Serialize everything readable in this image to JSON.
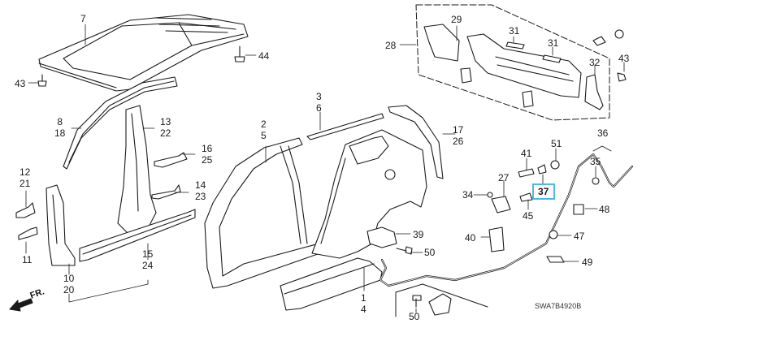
{
  "diagram": {
    "type": "exploded-parts-diagram",
    "subject": "Outer panel / side body parts",
    "diagram_code": "SWA7B4920B",
    "direction_marker": "FR.",
    "highlighted_part": "37",
    "highlight_color": "#4cb8e6",
    "line_color": "#1a1a1a"
  },
  "callouts": [
    {
      "id": "7",
      "lines": [
        "7"
      ]
    },
    {
      "id": "44",
      "lines": [
        "44"
      ]
    },
    {
      "id": "43-roof",
      "lines": [
        "43"
      ]
    },
    {
      "id": "8-18",
      "lines": [
        "8",
        "18"
      ]
    },
    {
      "id": "13-22",
      "lines": [
        "13",
        "22"
      ]
    },
    {
      "id": "16-25",
      "lines": [
        "16",
        "25"
      ]
    },
    {
      "id": "14-23",
      "lines": [
        "14",
        "23"
      ]
    },
    {
      "id": "12-21",
      "lines": [
        "12",
        "21"
      ]
    },
    {
      "id": "11",
      "lines": [
        "11"
      ]
    },
    {
      "id": "15-24",
      "lines": [
        "15",
        "24"
      ]
    },
    {
      "id": "10-20",
      "lines": [
        "10",
        "20"
      ]
    },
    {
      "id": "2-5",
      "lines": [
        "2",
        "5"
      ]
    },
    {
      "id": "3-6",
      "lines": [
        "3",
        "6"
      ]
    },
    {
      "id": "17-26",
      "lines": [
        "17",
        "26"
      ]
    },
    {
      "id": "1-4",
      "lines": [
        "1",
        "4"
      ]
    },
    {
      "id": "39",
      "lines": [
        "39"
      ]
    },
    {
      "id": "50-a",
      "lines": [
        "50"
      ]
    },
    {
      "id": "50-b",
      "lines": [
        "50"
      ]
    },
    {
      "id": "28",
      "lines": [
        "28"
      ]
    },
    {
      "id": "29",
      "lines": [
        "29"
      ]
    },
    {
      "id": "31-a",
      "lines": [
        "31"
      ]
    },
    {
      "id": "31-b",
      "lines": [
        "31"
      ]
    },
    {
      "id": "32",
      "lines": [
        "32"
      ]
    },
    {
      "id": "43-rear",
      "lines": [
        "43"
      ]
    },
    {
      "id": "27",
      "lines": [
        "27"
      ]
    },
    {
      "id": "34",
      "lines": [
        "34"
      ]
    },
    {
      "id": "41",
      "lines": [
        "41"
      ]
    },
    {
      "id": "51",
      "lines": [
        "51"
      ]
    },
    {
      "id": "37",
      "lines": [
        "37"
      ]
    },
    {
      "id": "45",
      "lines": [
        "45"
      ]
    },
    {
      "id": "40",
      "lines": [
        "40"
      ]
    },
    {
      "id": "36",
      "lines": [
        "36"
      ]
    },
    {
      "id": "35",
      "lines": [
        "35"
      ]
    },
    {
      "id": "48",
      "lines": [
        "48"
      ]
    },
    {
      "id": "47",
      "lines": [
        "47"
      ]
    },
    {
      "id": "49",
      "lines": [
        "49"
      ]
    }
  ]
}
